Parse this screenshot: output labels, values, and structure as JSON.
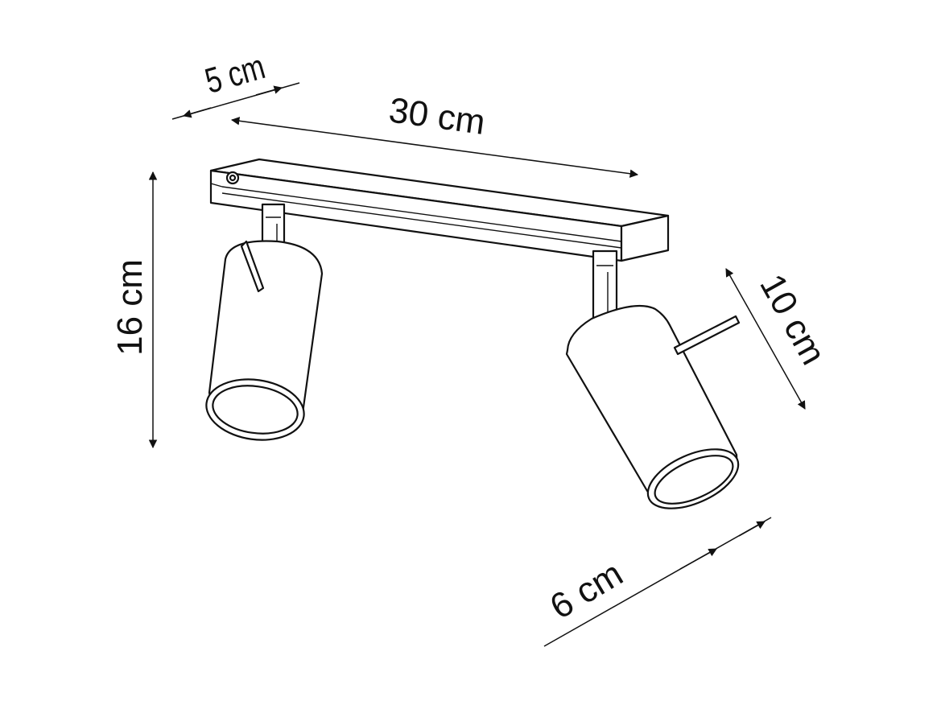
{
  "dimensions": {
    "depth_label": "5 cm",
    "length_label": "30 cm",
    "height_label": "16 cm",
    "shade_height_label": "10 cm",
    "shade_diameter_label": "6 cm"
  },
  "colors": {
    "line": "#111111",
    "fill": "#ffffff"
  }
}
